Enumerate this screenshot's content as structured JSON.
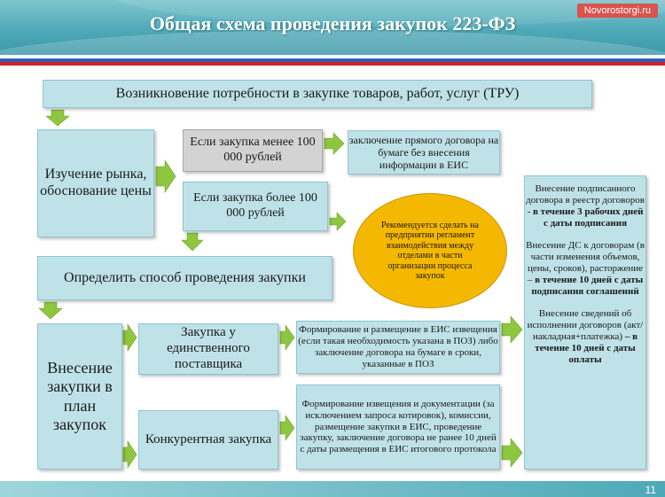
{
  "header": {
    "title": "Общая схема проведения закупок 223-ФЗ",
    "site": "Novorostorgi.ru"
  },
  "boxes": {
    "need": "Возникновение потребности в закупке товаров, работ, услуг (ТРУ)",
    "study": "Изучение рынка, обоснование цены",
    "less": "Если закупка менее 100 000  рублей",
    "direct": "заключение прямого договора на бумаге без внесения информации в ЕИС",
    "more": "Если закупка более 100 000 рублей",
    "method": "Определить способ проведения закупки",
    "plan": "Внесение закупки в план закупок",
    "single": "Закупка у единственного поставщика",
    "competitive": "Конкурентная закупка",
    "form1": "Формирование и размещение в ЕИС извещения (если такая необходимость указана в ПОЗ) либо заключение договора на бумаге в сроки, указанные в ПОЗ",
    "form2": "Формирование  извещения и документации (за исключением запроса котировок), комиссии,  размещение закупки в ЕИС, проведение закупку, заключение договора не ранее 10 дней с даты размещения в ЕИС итогового протокола",
    "recommend": "Рекомендуется сделать на предприятии регламент взаимодействия между отделами в части организации процесса закупок"
  },
  "right_box": {
    "p1_text": "Внесение подписанного договора в реестр договоров - ",
    "p1_bold": "в течение 3 рабочих дней с даты подписания",
    "p2_text": "Внесение ДС к договорам (в части изменения объемов, цены, сроков), расторжение – ",
    "p2_bold": "в течение 10 дней с даты подписания соглашений",
    "p3_text": "Внесение сведений об исполнении договоров (акт/накладная+платежка) ",
    "p3_bold": "– в течение 10 дней с даты оплаты"
  },
  "footer": {
    "page": "11"
  },
  "colors": {
    "box_fill": "#bfe2e8",
    "gray_fill": "#d3d3d3",
    "arrow": "#8ec63f",
    "oval": "#f5b800",
    "header": "#4ea9b7"
  }
}
